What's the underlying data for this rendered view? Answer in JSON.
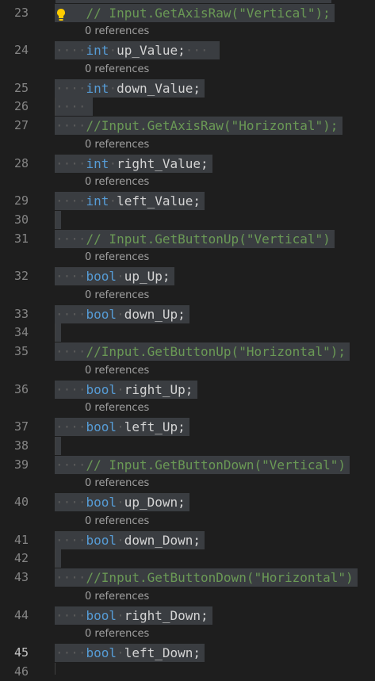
{
  "lens_text": "0 references",
  "colors": {
    "background": "#1e1e1e",
    "selection": "#3a3d41",
    "keyword": "#569cd6",
    "comment": "#6a9955",
    "identifier": "#d4d4d4",
    "line_number": "#858585",
    "active_line_number": "#c6c6c6",
    "lightbulb": "#ffcc00"
  },
  "active_line": 45,
  "lines": [
    {
      "num": 23,
      "kind": "comment",
      "text": "// Input.GetAxisRaw(\"Vertical\");",
      "lightbulb": true
    },
    {
      "num": 24,
      "kind": "decl",
      "type": "int",
      "name": "up_Value;",
      "trail": true,
      "lens": true
    },
    {
      "num": 25,
      "kind": "decl",
      "type": "int",
      "name": "down_Value;",
      "lens": true
    },
    {
      "num": 26,
      "kind": "blank",
      "text": ""
    },
    {
      "num": 27,
      "kind": "comment",
      "text": "//Input.GetAxisRaw(\"Horizontal\");"
    },
    {
      "num": 28,
      "kind": "decl",
      "type": "int",
      "name": "right_Value;",
      "lens": true
    },
    {
      "num": 29,
      "kind": "decl",
      "type": "int",
      "name": "left_Value;",
      "lens": true
    },
    {
      "num": 30,
      "kind": "blank",
      "text": ""
    },
    {
      "num": 31,
      "kind": "comment",
      "text": "// Input.GetButtonUp(\"Vertical\")"
    },
    {
      "num": 32,
      "kind": "decl",
      "type": "bool",
      "name": "up_Up;",
      "lens": true
    },
    {
      "num": 33,
      "kind": "decl",
      "type": "bool",
      "name": "down_Up;",
      "lens": true
    },
    {
      "num": 34,
      "kind": "blank",
      "text": ""
    },
    {
      "num": 35,
      "kind": "comment",
      "text": "//Input.GetButtonUp(\"Horizontal\");"
    },
    {
      "num": 36,
      "kind": "decl",
      "type": "bool",
      "name": "right_Up;",
      "lens": true
    },
    {
      "num": 37,
      "kind": "decl",
      "type": "bool",
      "name": "left_Up;",
      "lens": true
    },
    {
      "num": 38,
      "kind": "blank",
      "text": ""
    },
    {
      "num": 39,
      "kind": "comment",
      "text": "// Input.GetButtonDown(\"Vertical\")"
    },
    {
      "num": 40,
      "kind": "decl",
      "type": "bool",
      "name": "up_Down;",
      "lens": true
    },
    {
      "num": 41,
      "kind": "decl",
      "type": "bool",
      "name": "down_Down;",
      "lens": true
    },
    {
      "num": 42,
      "kind": "blank",
      "text": ""
    },
    {
      "num": 43,
      "kind": "comment",
      "text": "//Input.GetButtonDown(\"Horizontal\")"
    },
    {
      "num": 44,
      "kind": "decl",
      "type": "bool",
      "name": "right_Down;",
      "lens": true
    },
    {
      "num": 45,
      "kind": "decl",
      "type": "bool",
      "name": "left_Down;",
      "lens": true
    },
    {
      "num": 46,
      "kind": "partial",
      "text": ""
    }
  ]
}
